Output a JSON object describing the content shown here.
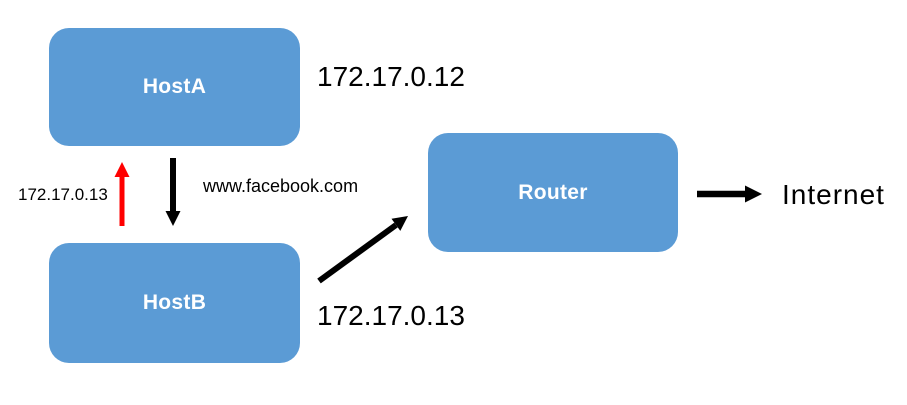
{
  "diagram": {
    "nodes": [
      {
        "id": "hosta",
        "label": "HostA"
      },
      {
        "id": "hostb",
        "label": "HostB"
      },
      {
        "id": "router",
        "label": "Router"
      }
    ],
    "labels": {
      "hosta_ip": "172.17.0.12",
      "hostb_ip": "172.17.0.13",
      "hostb_ip_small": "172.17.0.13",
      "request_url": "www.facebook.com",
      "internet": "Internet"
    },
    "colors": {
      "node_fill": "#5b9bd5",
      "node_text": "#ffffff",
      "arrow": "#000000",
      "arrow_highlight": "#ff0000",
      "label_text": "#000000",
      "background": "#ffffff"
    }
  }
}
